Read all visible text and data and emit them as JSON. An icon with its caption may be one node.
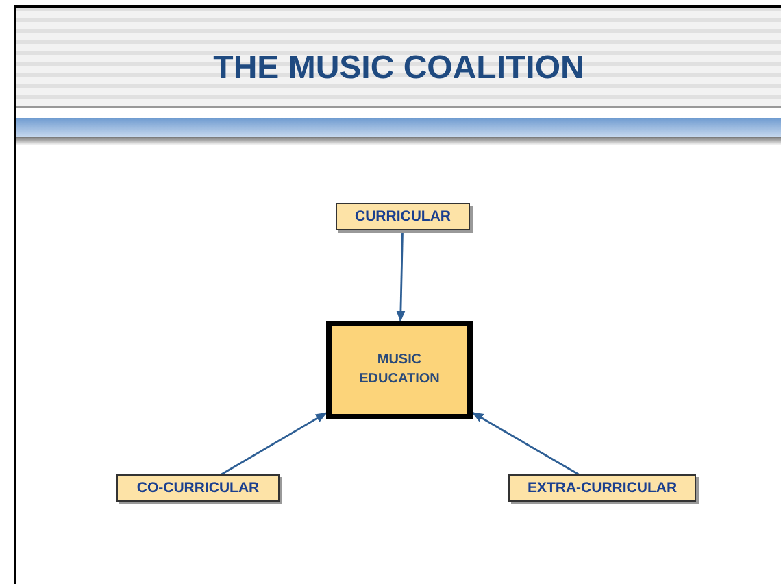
{
  "diagram": {
    "title": "THE MUSIC COALITION",
    "nodes": [
      {
        "text": [
          "CURRICULAR"
        ]
      },
      {
        "text": [
          "MUSIC EDUCATION"
        ]
      },
      {
        "text": [
          "CO-CURRICULAR"
        ]
      },
      {
        "text": [
          "EXTRA-CURRICULAR"
        ]
      }
    ],
    "edges": [
      {
        "from": 0,
        "to": 1,
        "arrow": "to"
      },
      {
        "from": 2,
        "to": 1,
        "arrow": "to"
      },
      {
        "from": 3,
        "to": 1,
        "arrow": "to"
      }
    ]
  }
}
